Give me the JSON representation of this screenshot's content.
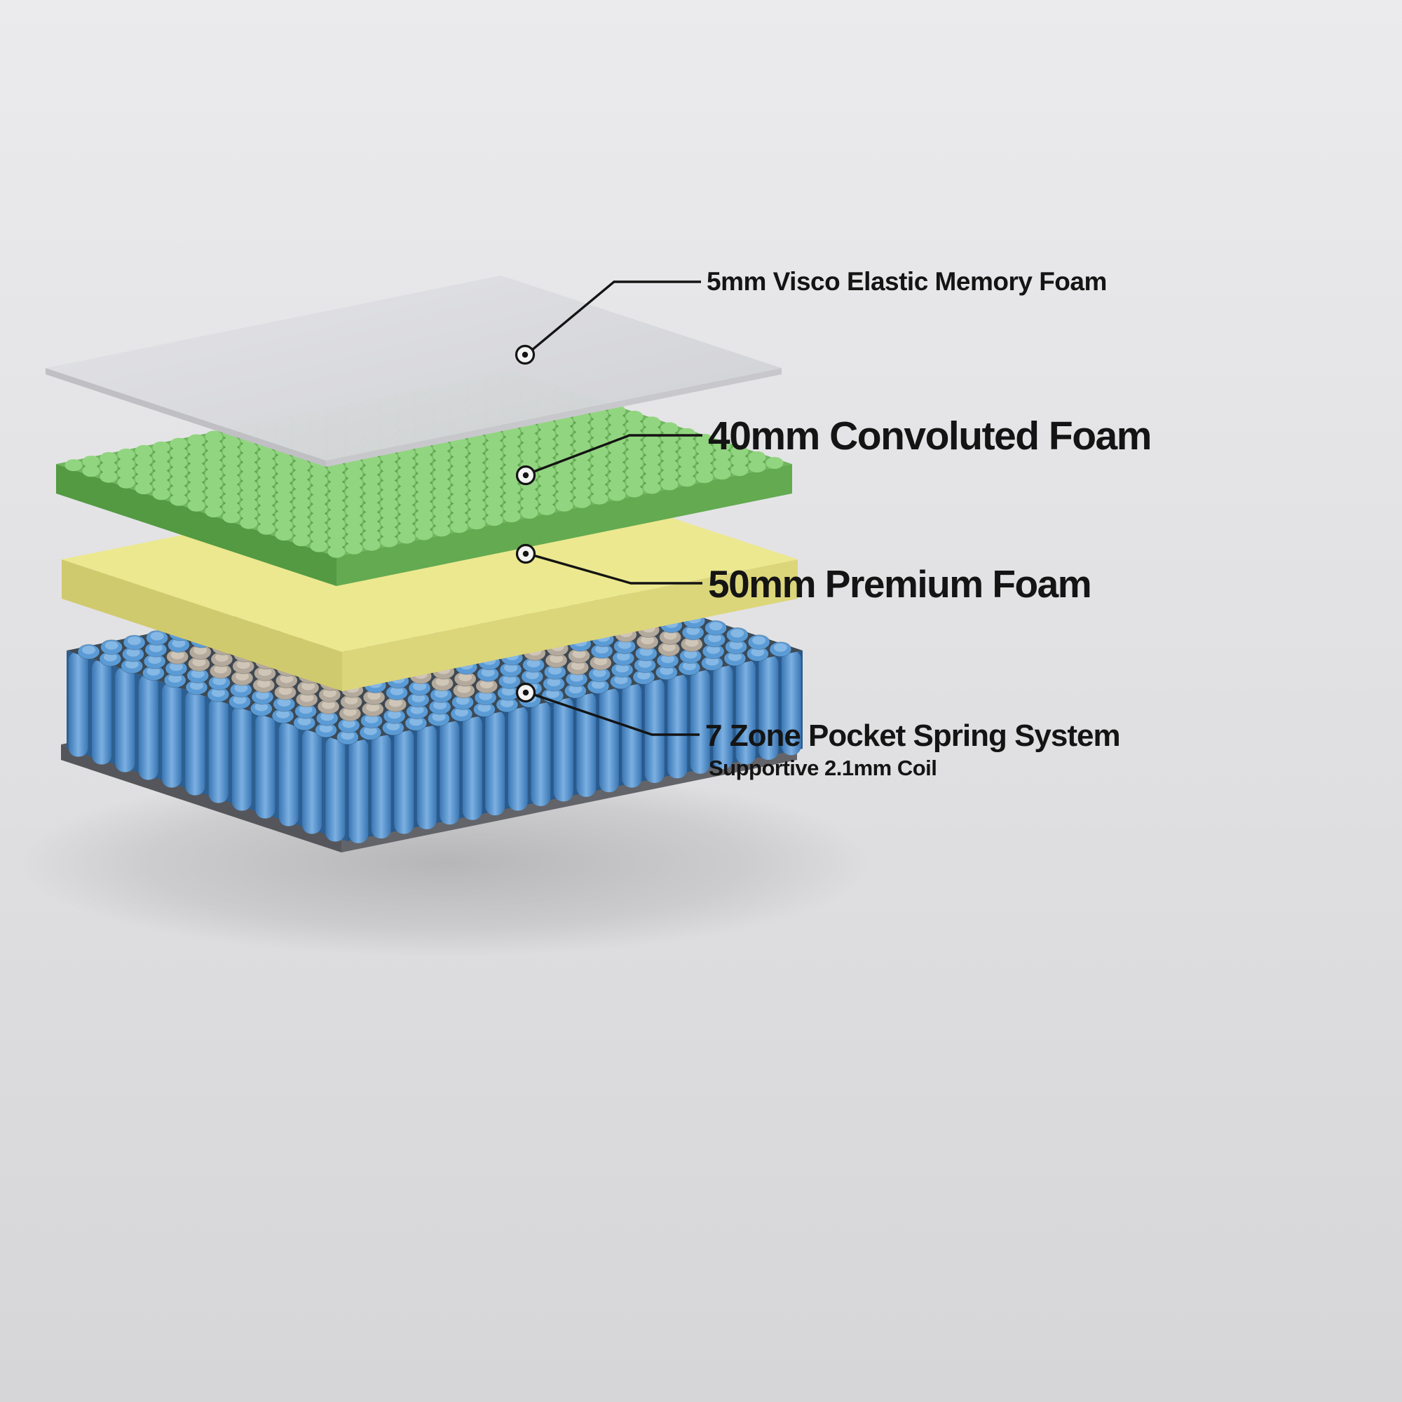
{
  "diagram": {
    "layers": [
      {
        "name": "memory-foam",
        "label": "5mm Visco Elastic Memory Foam"
      },
      {
        "name": "convoluted-foam",
        "label": "40mm Convoluted Foam"
      },
      {
        "name": "premium-foam",
        "label": "50mm Premium Foam"
      },
      {
        "name": "pocket-spring",
        "label": "7 Zone Pocket Spring System",
        "sublabel": "Supportive 2.1mm Coil"
      }
    ]
  },
  "colors": {
    "background_top": "#ebebed",
    "background_bottom": "#d6d6d8",
    "shadow": "#000000",
    "sheet_top": "#d7d7db",
    "sheet_side_left": "#bfbfc4",
    "sheet_side_right": "#c8c8cc",
    "green_top": "#6fb65e",
    "green_peak": "#92d580",
    "green_valley": "#5a9f49",
    "green_side_left": "#539a42",
    "green_side_right": "#63aa51",
    "yellow_top": "#ece88f",
    "yellow_side_left": "#d0ca6e",
    "yellow_side_right": "#dcd67a",
    "spring_blue": "#5b9bd5",
    "spring_blue_cap": "#86b8e5",
    "spring_gray": "#b3a99c",
    "spring_gray_cap": "#cfc6b8",
    "spring_bed": "#3e4a55",
    "cyl_back_left": "#2d5f91",
    "cyl_back_right": "#2a5a8b",
    "cyl_dark": "#3a76b4",
    "cyl_light": "#7bb0e2",
    "board_left": "#55565b",
    "board_right": "#636469",
    "line": "#141414"
  }
}
